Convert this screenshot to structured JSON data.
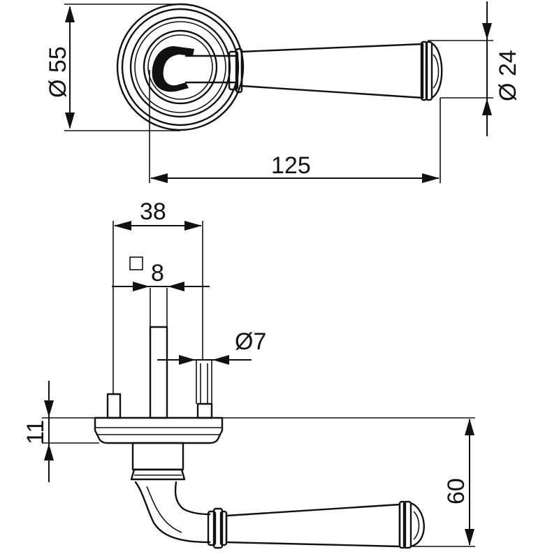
{
  "dimensions": {
    "rose_diameter": "Ø 55",
    "handle_tip_diameter": "Ø 24",
    "handle_length": "125",
    "rose_base_width": "38",
    "spindle_square": "8",
    "screw_diameter": "Ø7",
    "rose_height": "11",
    "handle_projection": "60"
  },
  "colors": {
    "line": "#111111",
    "background": "#ffffff"
  },
  "icons": {
    "square_symbol": "square-spindle-symbol"
  }
}
